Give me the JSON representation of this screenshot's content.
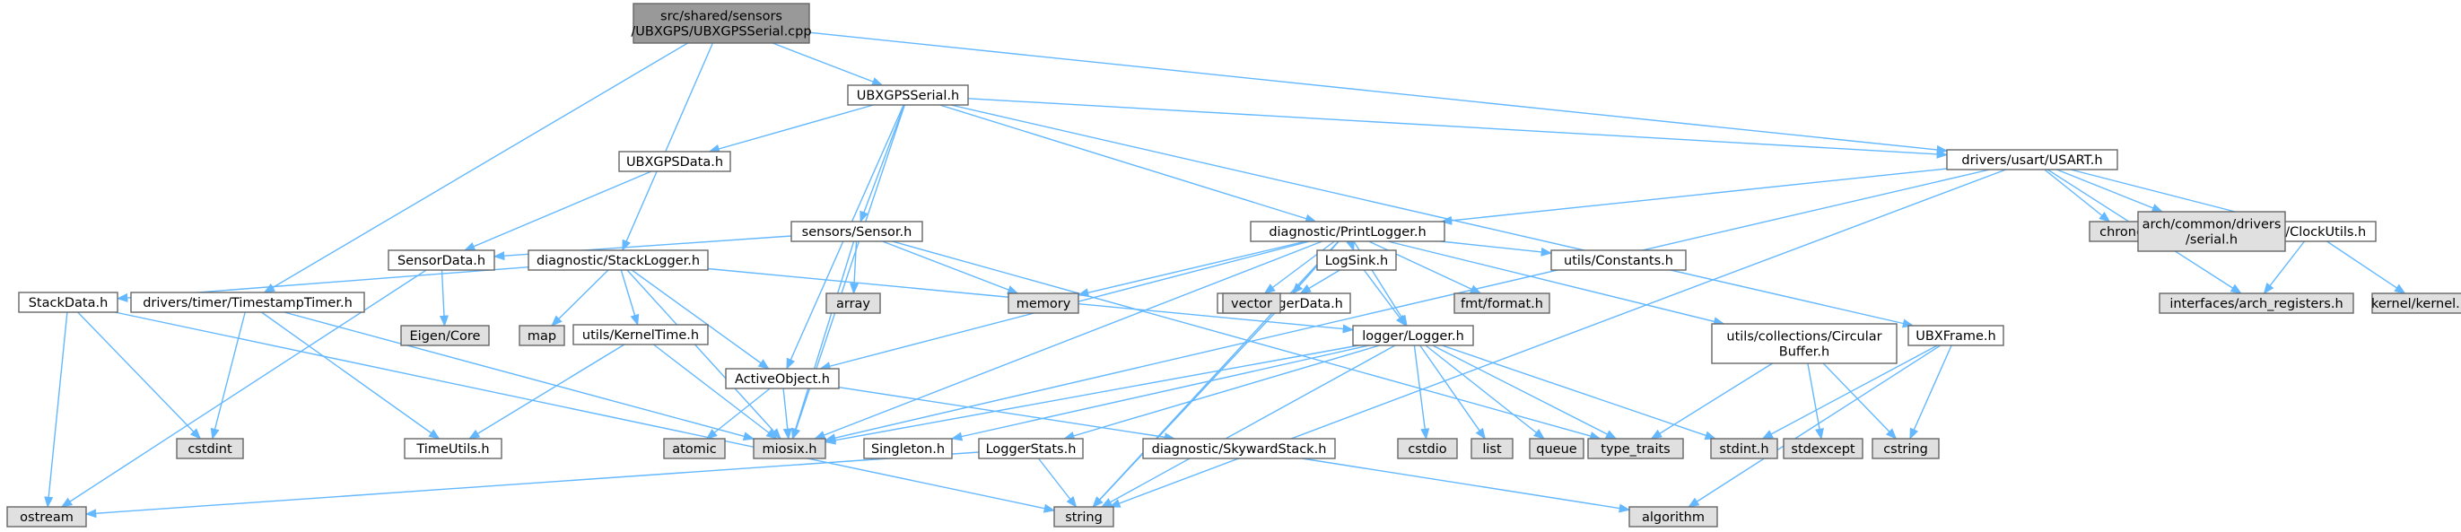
{
  "colors": {
    "edge": "#63b8ff",
    "root_fill": "#999999",
    "header_fill": "#ffffff",
    "system_fill": "#e0e0e0",
    "border": "#666666"
  },
  "nodes": [
    {
      "id": "root",
      "lines": [
        "src/shared/sensors",
        "/UBXGPS/UBXGPSSerial.cpp"
      ],
      "kind": "root"
    },
    {
      "id": "ubxserial",
      "lines": [
        "UBXGPSSerial.h"
      ],
      "kind": "header"
    },
    {
      "id": "usart",
      "lines": [
        "drivers/usart/USART.h"
      ],
      "kind": "header"
    },
    {
      "id": "gpsdata",
      "lines": [
        "UBXGPSData.h"
      ],
      "kind": "header"
    },
    {
      "id": "sensor",
      "lines": [
        "sensors/Sensor.h"
      ],
      "kind": "header"
    },
    {
      "id": "printlogger",
      "lines": [
        "diagnostic/PrintLogger.h"
      ],
      "kind": "header"
    },
    {
      "id": "sensordata",
      "lines": [
        "SensorData.h"
      ],
      "kind": "header"
    },
    {
      "id": "stacklogger",
      "lines": [
        "diagnostic/StackLogger.h"
      ],
      "kind": "header"
    },
    {
      "id": "stackdata",
      "lines": [
        "StackData.h"
      ],
      "kind": "header"
    },
    {
      "id": "timestamp",
      "lines": [
        "drivers/timer/TimestampTimer.h"
      ],
      "kind": "header"
    },
    {
      "id": "kerneltime",
      "lines": [
        "utils/KernelTime.h"
      ],
      "kind": "header"
    },
    {
      "id": "activeobj",
      "lines": [
        "ActiveObject.h"
      ],
      "kind": "header"
    },
    {
      "id": "logsink",
      "lines": [
        "LogSink.h"
      ],
      "kind": "header"
    },
    {
      "id": "printloggerdata",
      "lines": [
        "PrintLoggerData.h"
      ],
      "kind": "header"
    },
    {
      "id": "logger",
      "lines": [
        "logger/Logger.h"
      ],
      "kind": "header"
    },
    {
      "id": "circular",
      "lines": [
        "utils/collections/Circular",
        "Buffer.h"
      ],
      "kind": "header"
    },
    {
      "id": "ubxframe",
      "lines": [
        "UBXFrame.h"
      ],
      "kind": "header"
    },
    {
      "id": "clockutils",
      "lines": [
        "utils/ClockUtils.h"
      ],
      "kind": "header"
    },
    {
      "id": "constants",
      "lines": [
        "utils/Constants.h"
      ],
      "kind": "header"
    },
    {
      "id": "timeutils",
      "lines": [
        "TimeUtils.h"
      ],
      "kind": "header"
    },
    {
      "id": "singleton",
      "lines": [
        "Singleton.h"
      ],
      "kind": "header"
    },
    {
      "id": "loggerstats",
      "lines": [
        "LoggerStats.h"
      ],
      "kind": "header"
    },
    {
      "id": "skyward",
      "lines": [
        "diagnostic/SkywardStack.h"
      ],
      "kind": "header"
    },
    {
      "id": "chrono",
      "lines": [
        "chrono"
      ],
      "kind": "system"
    },
    {
      "id": "serialh",
      "lines": [
        "arch/common/drivers",
        "/serial.h"
      ],
      "kind": "system"
    },
    {
      "id": "archregs",
      "lines": [
        "interfaces/arch_registers.h"
      ],
      "kind": "system"
    },
    {
      "id": "kernel",
      "lines": [
        "kernel/kernel.h"
      ],
      "kind": "system"
    },
    {
      "id": "array",
      "lines": [
        "array"
      ],
      "kind": "system"
    },
    {
      "id": "memory",
      "lines": [
        "memory"
      ],
      "kind": "system"
    },
    {
      "id": "vector",
      "lines": [
        "vector"
      ],
      "kind": "system"
    },
    {
      "id": "fmtformat",
      "lines": [
        "fmt/format.h"
      ],
      "kind": "system"
    },
    {
      "id": "eigencore",
      "lines": [
        "Eigen/Core"
      ],
      "kind": "system"
    },
    {
      "id": "map",
      "lines": [
        "map"
      ],
      "kind": "system"
    },
    {
      "id": "cstdint",
      "lines": [
        "cstdint"
      ],
      "kind": "system"
    },
    {
      "id": "atomic",
      "lines": [
        "atomic"
      ],
      "kind": "system"
    },
    {
      "id": "miosix",
      "lines": [
        "miosix.h"
      ],
      "kind": "system"
    },
    {
      "id": "cstdio",
      "lines": [
        "cstdio"
      ],
      "kind": "system"
    },
    {
      "id": "list",
      "lines": [
        "list"
      ],
      "kind": "system"
    },
    {
      "id": "queue",
      "lines": [
        "queue"
      ],
      "kind": "system"
    },
    {
      "id": "typetraits",
      "lines": [
        "type_traits"
      ],
      "kind": "system"
    },
    {
      "id": "stdinth",
      "lines": [
        "stdint.h"
      ],
      "kind": "system"
    },
    {
      "id": "stdexcept",
      "lines": [
        "stdexcept"
      ],
      "kind": "system"
    },
    {
      "id": "cstring",
      "lines": [
        "cstring"
      ],
      "kind": "system"
    },
    {
      "id": "ostream",
      "lines": [
        "ostream"
      ],
      "kind": "system"
    },
    {
      "id": "string",
      "lines": [
        "string"
      ],
      "kind": "system"
    },
    {
      "id": "algorithm",
      "lines": [
        "algorithm"
      ],
      "kind": "system"
    }
  ],
  "edges": [
    [
      "root",
      "ubxserial"
    ],
    [
      "root",
      "usart"
    ],
    [
      "root",
      "stacklogger"
    ],
    [
      "root",
      "timestamp"
    ],
    [
      "ubxserial",
      "usart"
    ],
    [
      "ubxserial",
      "gpsdata"
    ],
    [
      "ubxserial",
      "sensor"
    ],
    [
      "ubxserial",
      "printlogger"
    ],
    [
      "ubxserial",
      "activeobj"
    ],
    [
      "ubxserial",
      "miosix"
    ],
    [
      "ubxserial",
      "ubxframe"
    ],
    [
      "usart",
      "chrono"
    ],
    [
      "usart",
      "serialh"
    ],
    [
      "usart",
      "clockutils"
    ],
    [
      "usart",
      "archregs"
    ],
    [
      "usart",
      "printlogger"
    ],
    [
      "usart",
      "miosix"
    ],
    [
      "usart",
      "string"
    ],
    [
      "clockutils",
      "archregs"
    ],
    [
      "clockutils",
      "kernel"
    ],
    [
      "gpsdata",
      "sensordata"
    ],
    [
      "sensor",
      "sensordata"
    ],
    [
      "sensor",
      "array"
    ],
    [
      "sensor",
      "memory"
    ],
    [
      "sensor",
      "miosix"
    ],
    [
      "sensor",
      "typetraits"
    ],
    [
      "sensordata",
      "eigencore"
    ],
    [
      "sensordata",
      "ostream"
    ],
    [
      "printlogger",
      "memory"
    ],
    [
      "printlogger",
      "vector"
    ],
    [
      "printlogger",
      "fmtformat"
    ],
    [
      "printlogger",
      "constants"
    ],
    [
      "printlogger",
      "logsink"
    ],
    [
      "printlogger",
      "printloggerdata"
    ],
    [
      "printlogger",
      "logger"
    ],
    [
      "printlogger",
      "activeobj"
    ],
    [
      "printlogger",
      "circular"
    ],
    [
      "printlogger",
      "miosix"
    ],
    [
      "printlogger",
      "string"
    ],
    [
      "logsink",
      "printloggerdata"
    ],
    [
      "logsink",
      "logger"
    ],
    [
      "printloggerdata",
      "string"
    ],
    [
      "stacklogger",
      "stackdata"
    ],
    [
      "stacklogger",
      "map"
    ],
    [
      "stacklogger",
      "kerneltime"
    ],
    [
      "stacklogger",
      "activeobj"
    ],
    [
      "stacklogger",
      "logger"
    ],
    [
      "stacklogger",
      "miosix"
    ],
    [
      "stackdata",
      "cstdint"
    ],
    [
      "stackdata",
      "ostream"
    ],
    [
      "stackdata",
      "string"
    ],
    [
      "timestamp",
      "cstdint"
    ],
    [
      "timestamp",
      "timeutils"
    ],
    [
      "timestamp",
      "miosix"
    ],
    [
      "kerneltime",
      "timeutils"
    ],
    [
      "kerneltime",
      "miosix"
    ],
    [
      "activeobj",
      "atomic"
    ],
    [
      "activeobj",
      "miosix"
    ],
    [
      "activeobj",
      "skyward"
    ],
    [
      "logger",
      "singleton"
    ],
    [
      "logger",
      "loggerstats"
    ],
    [
      "logger",
      "cstdio"
    ],
    [
      "logger",
      "list"
    ],
    [
      "logger",
      "queue"
    ],
    [
      "logger",
      "typetraits"
    ],
    [
      "logger",
      "stdinth"
    ],
    [
      "logger",
      "string"
    ],
    [
      "logger",
      "miosix"
    ],
    [
      "loggerstats",
      "ostream"
    ],
    [
      "loggerstats",
      "string"
    ],
    [
      "skyward",
      "algorithm"
    ],
    [
      "circular",
      "typetraits"
    ],
    [
      "circular",
      "stdexcept"
    ],
    [
      "circular",
      "cstring"
    ],
    [
      "ubxframe",
      "stdinth"
    ],
    [
      "ubxframe",
      "cstring"
    ],
    [
      "ubxframe",
      "algorithm"
    ]
  ]
}
